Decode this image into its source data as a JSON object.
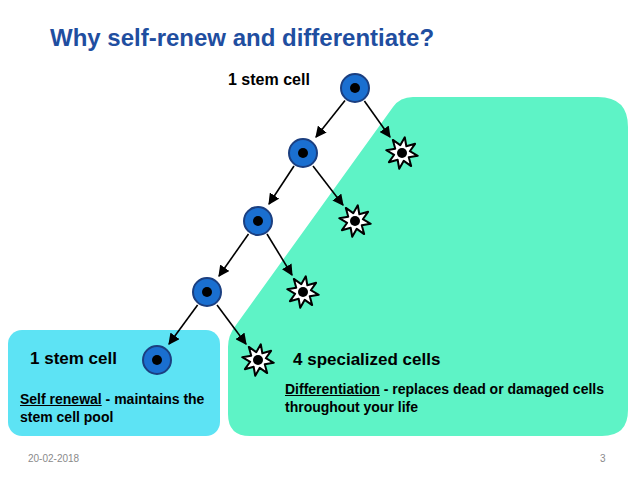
{
  "diagram": {
    "title": "Why self-renew and differentiate?",
    "nodes": [
      {
        "text": [
          "1 stem cell",
          "Self renewal - maintains the stem cell pool"
        ]
      },
      {
        "text": [
          "4 specialized cells",
          "Differentiation - replaces dead or damaged cells throughout your life"
        ]
      }
    ],
    "labels": [
      "1 stem cell",
      "20-02-2018",
      "3"
    ]
  }
}
